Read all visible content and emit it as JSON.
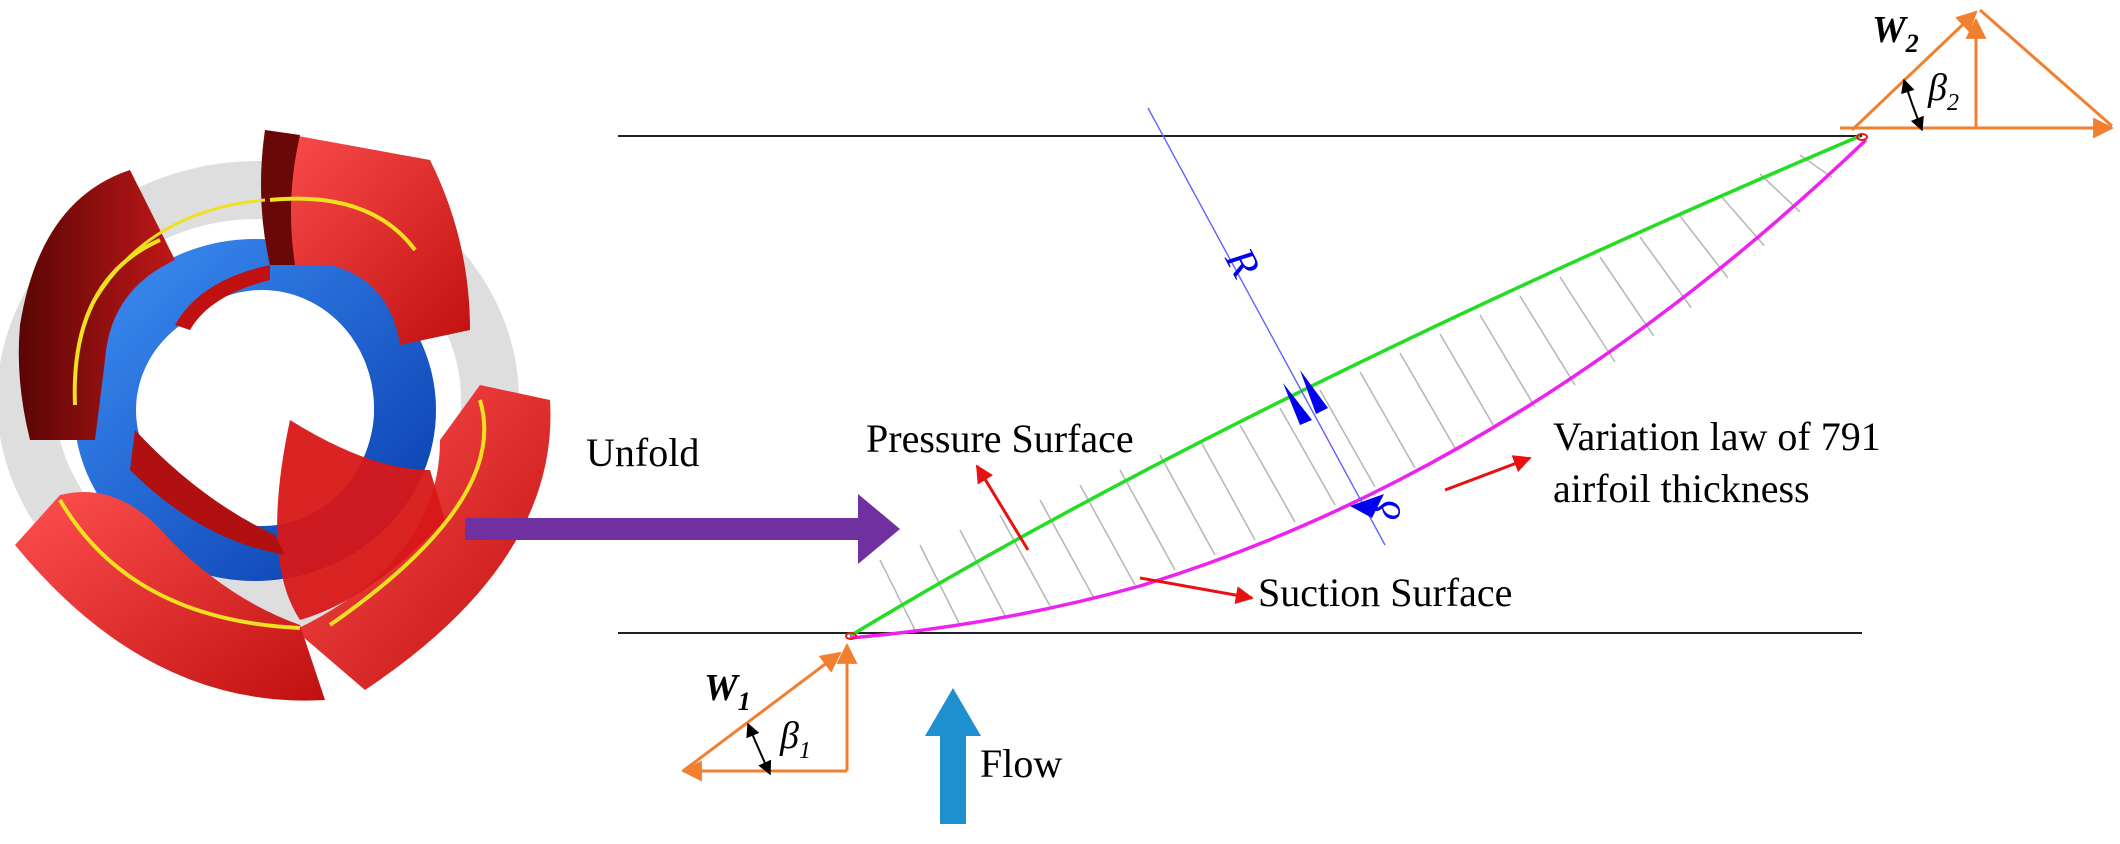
{
  "labels": {
    "unfold": "Unfold",
    "pressure_surface": "Pressure Surface",
    "suction_surface": "Suction Surface",
    "variation_line1": "Variation law of 791",
    "variation_line2": "airfoil thickness",
    "flow": "Flow",
    "radius": "R",
    "thickness": "δ",
    "w1": "W",
    "w1_sub": "1",
    "w2": "W",
    "w2_sub": "2",
    "beta1": "β",
    "beta1_sub": "1",
    "beta2": "β",
    "beta2_sub": "2"
  },
  "colors": {
    "blade_red": "#e02020",
    "blade_dark": "#7a0a0a",
    "hub_blue": "#1060e0",
    "shroud_gray": "#d8d8d8",
    "blade_edge": "#f0e020",
    "unfold_arrow": "#7030a0",
    "pressure_line": "#22dd22",
    "suction_line": "#ee22ee",
    "velocity": "#f08030",
    "pointer": "#e81010",
    "flow_arrow": "#1e90d0",
    "radius_line": "#6060ff",
    "thickness_mark": "#0000ee"
  }
}
